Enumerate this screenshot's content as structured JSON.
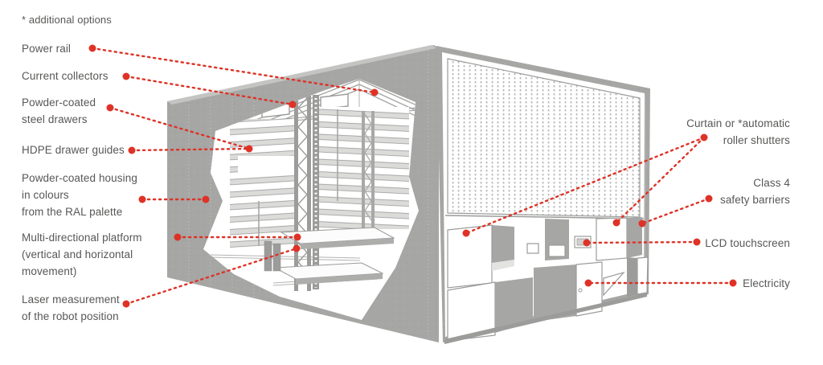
{
  "diagram": {
    "note": "* additional options",
    "labels_left": [
      {
        "id": "power-rail",
        "text": "Power rail"
      },
      {
        "id": "current-collectors",
        "text": "Current collectors"
      },
      {
        "id": "steel-drawers",
        "text": "Powder-coated\nsteel drawers"
      },
      {
        "id": "hdpe-drawer-guides",
        "text": "HDPE drawer guides"
      },
      {
        "id": "housing-ral-colours",
        "text": "Powder-coated housing\nin colours\nfrom the RAL palette"
      },
      {
        "id": "multi-directional-platform",
        "text": "Multi-directional platform\n(vertical and horizontal\nmovement)"
      },
      {
        "id": "laser-measurement",
        "text": "Laser measurement\nof the robot position"
      }
    ],
    "labels_right": [
      {
        "id": "roller-shutters",
        "text": "Curtain or *automatic\nroller shutters"
      },
      {
        "id": "safety-barriers",
        "text": "Class 4\nsafety barriers"
      },
      {
        "id": "lcd-touchscreen",
        "text": "LCD touchscreen"
      },
      {
        "id": "electricity",
        "text": "Electricity"
      }
    ],
    "colors": {
      "accent_red": "#df3226",
      "label_text": "#575756",
      "housing_gray": "#a6a6a5",
      "line_gray": "#9b9b9a",
      "drawer_band": "#dbdbda"
    }
  }
}
